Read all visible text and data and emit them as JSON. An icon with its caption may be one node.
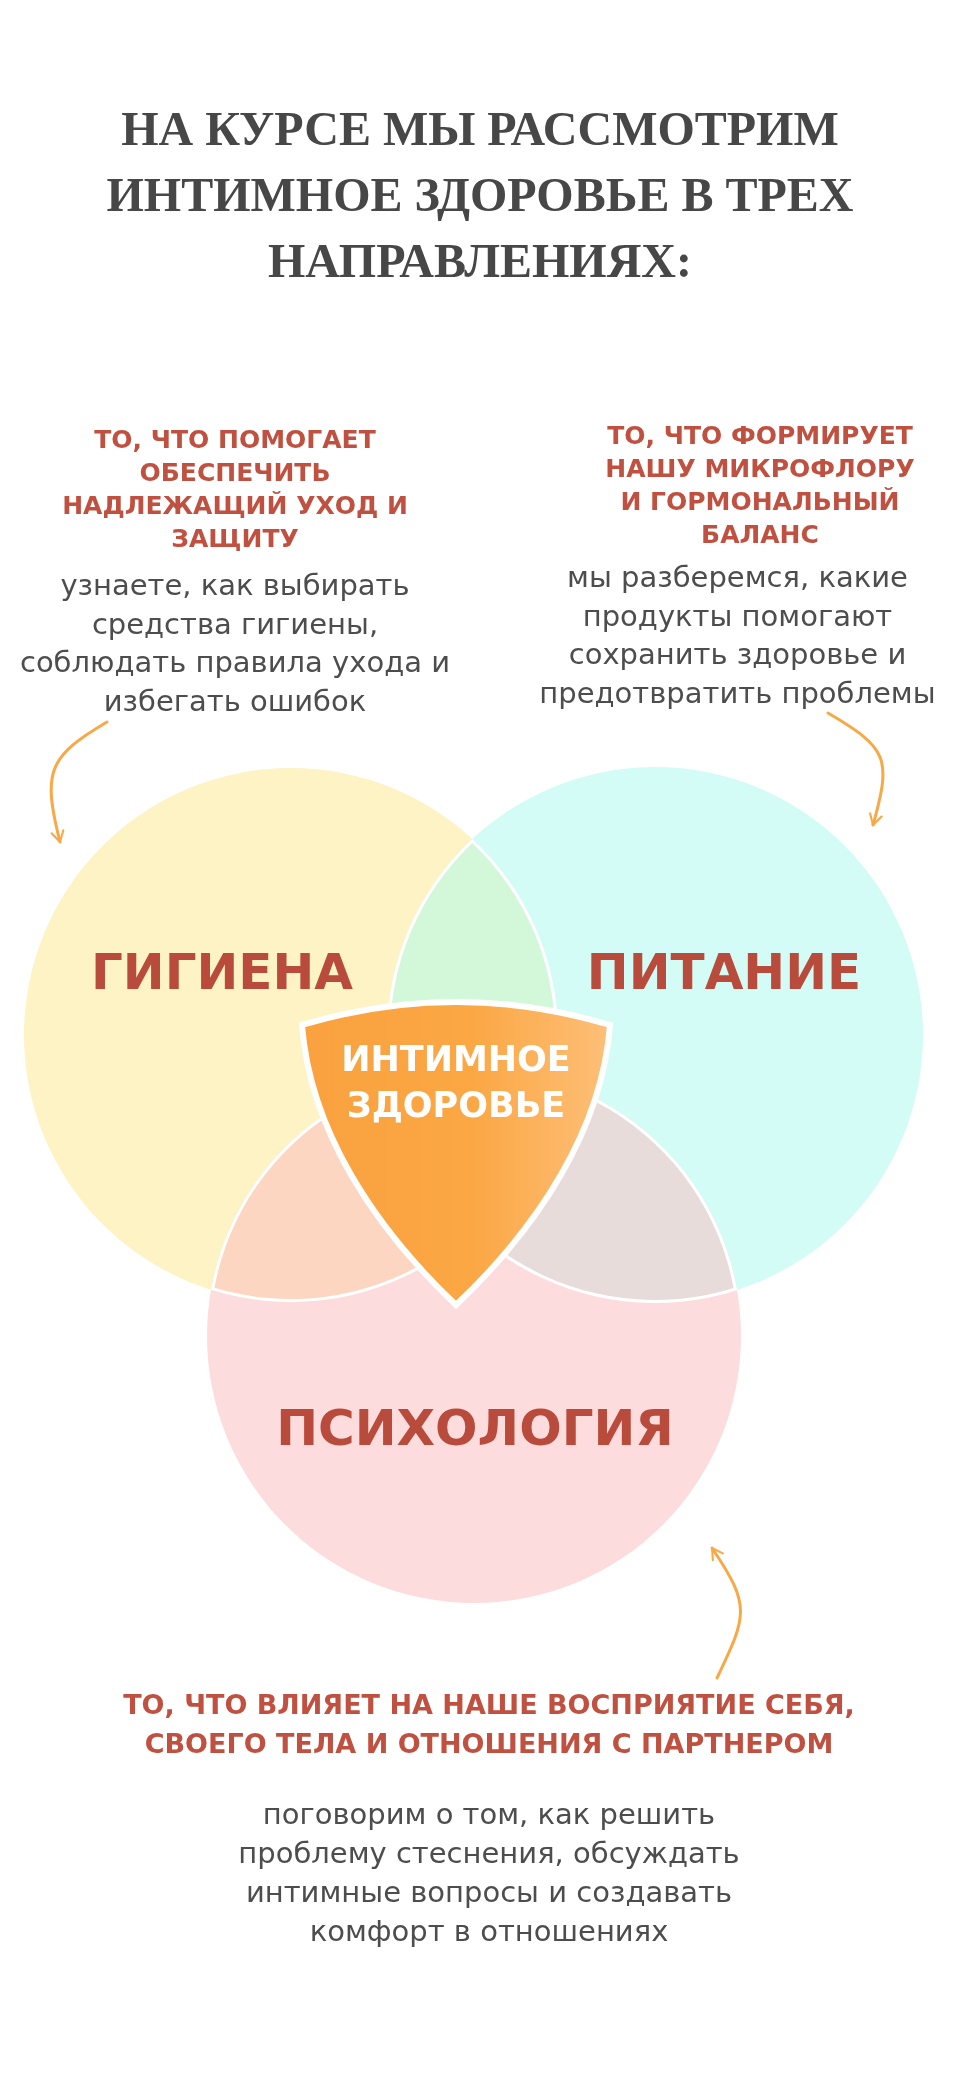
{
  "diagram": {
    "title": "НА КУРСЕ МЫ РАССМОТРИМ ИНТИМНОЕ ЗДОРОВЬЕ В ТРЕХ НАПРАВЛЕНИЯХ:",
    "nodes": [
      {
        "text": [
          "ТО, ЧТО ПОМОГАЕТ ОБЕСПЕЧИТЬ НАДЛЕЖАЩИЙ УХОД И ЗАЩИТУ",
          "узнаете, как выбирать средства гигиены, соблюдать правила ухода и избегать ошибок"
        ]
      },
      {
        "text": [
          "ТО, ЧТО ФОРМИРУЕТ НАШУ МИКРОФЛОРУ И ГОРМОНАЛЬНЫЙ БАЛАНС",
          "мы разберемся, какие продукты помогают сохранить здоровье и предотвратить проблемы"
        ]
      },
      {
        "text": [
          "ГИГИЕНА"
        ]
      },
      {
        "text": [
          "ПИТАНИЕ"
        ]
      },
      {
        "text": [
          "ИНТИМНОЕ ЗДОРОВЬЕ"
        ]
      },
      {
        "text": [
          "ПСИХОЛОГИЯ"
        ]
      },
      {
        "text": [
          "ТО, ЧТО ВЛИЯЕТ НА НАШЕ ВОСПРИЯТИЕ СЕБЯ, СВОЕГО ТЕЛА И ОТНОШЕНИЯ С ПАРТНЕРОМ",
          "поговорим о том, как решить проблему стеснения, обсуждать интимные вопросы и создавать комфорт в отношениях"
        ]
      }
    ],
    "edges": [
      {
        "from": 0,
        "to": 2,
        "arrow": "to"
      },
      {
        "from": 1,
        "to": 3,
        "arrow": "to"
      },
      {
        "from": 6,
        "to": 5,
        "arrow": "to"
      }
    ]
  }
}
